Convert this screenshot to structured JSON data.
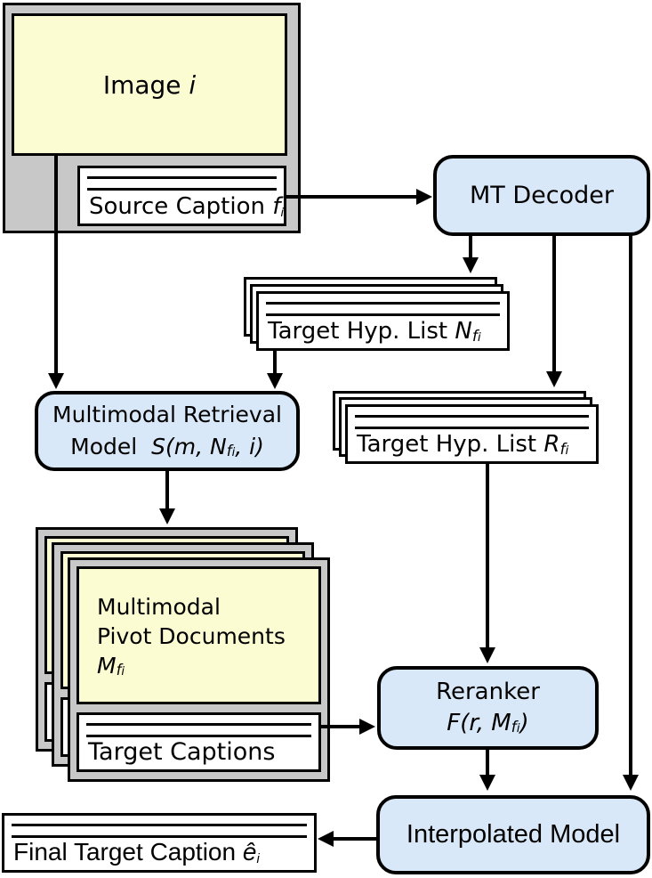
{
  "colors": {
    "node_blue": "#d9e8f8",
    "document_yellow": "#fcfcd2",
    "frame_gray": "#c8c8c8",
    "stroke_black": "#000000",
    "sheet_white": "#ffffff"
  },
  "source_document": {
    "image_label": {
      "prefix": "Image ",
      "var": "i"
    },
    "caption": {
      "prefix": "Source Caption ",
      "var": "f",
      "sub": "i"
    }
  },
  "mt_decoder": {
    "label": "MT Decoder"
  },
  "target_hyp_list_n": {
    "prefix": "Target Hyp. List ",
    "var": "N",
    "sub": "f",
    "subsub": "i"
  },
  "target_hyp_list_r": {
    "prefix": "Target Hyp. List ",
    "var": "R",
    "sub": "f",
    "subsub": "i"
  },
  "multimodal_retrieval_model": {
    "line1": "Multimodal Retrieval",
    "line2_prefix": "Model ",
    "line2_math_open": "S(m, N",
    "line2_sub": "f",
    "line2_subsub": "i",
    "line2_math_close": ", i)"
  },
  "multimodal_pivot_documents": {
    "line1": "Multimodal",
    "line2": "Pivot Documents",
    "var": "M",
    "sub": "f",
    "subsub": "i",
    "captions_label": "Target Captions"
  },
  "reranker": {
    "line1": "Reranker",
    "math_open": "F(r, M",
    "sub": "f",
    "subsub": "i",
    "math_close": ")"
  },
  "interpolated_model": {
    "label": "Interpolated Model"
  },
  "final_target_caption": {
    "prefix": "Final Target Caption ",
    "var": "ê",
    "sub": "i"
  }
}
